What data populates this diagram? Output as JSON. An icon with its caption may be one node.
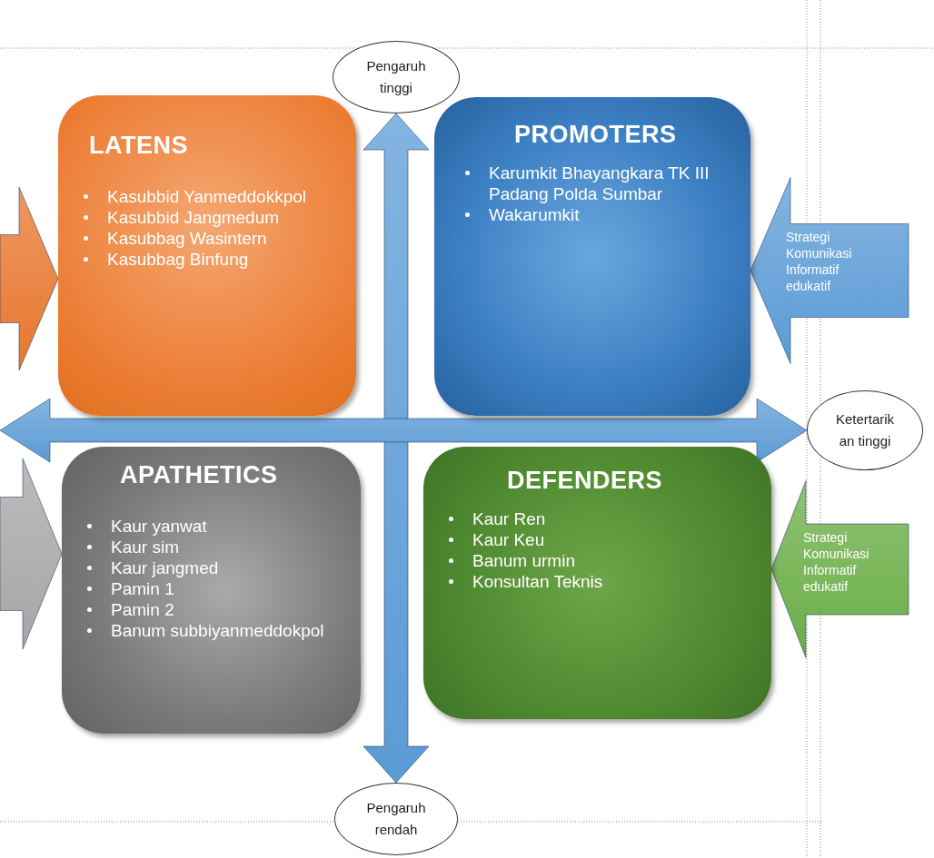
{
  "diagram": {
    "nodes": [
      {
        "text": [
          "Pengaruh tinggi"
        ]
      },
      {
        "text": [
          "LATENS",
          "Kasubbid Yanmeddokkpol",
          "Kasubbid Jangmedum",
          "Kasubbag Wasintern",
          "Kasubbag Binfung"
        ]
      },
      {
        "text": [
          "PROMOTERS",
          "Karumkit Bhayangkara TK III Padang Polda Sumbar",
          "Wakarumkit"
        ]
      },
      {
        "text": [
          "Ketertarik an tinggi"
        ]
      },
      {
        "text": [
          "APATHETICS",
          "Kaur yanwat",
          "Kaur sim",
          "Kaur jangmed",
          "Pamin 1",
          "Pamin 2",
          "Banum subbiyanmeddokpol"
        ]
      },
      {
        "text": [
          "DEFENDERS",
          "Kaur Ren",
          "Kaur Keu",
          "Banum urmin",
          "Konsultan Teknis"
        ]
      },
      {
        "text": [
          "Pengaruh rendah"
        ]
      }
    ],
    "edges": [
      {
        "from": 6,
        "to": 0,
        "arrow": "both"
      },
      {
        "from": null,
        "to": 3,
        "arrow": "both"
      },
      {
        "from": null,
        "to": 1,
        "arrow": "to",
        "color": "#e8762d"
      },
      {
        "from": null,
        "to": 2,
        "arrow": "to",
        "label": "Strategi Komunikasi Informatif edukatif"
      },
      {
        "from": null,
        "to": 4,
        "arrow": "to",
        "color": "#a6a6a6"
      },
      {
        "from": null,
        "to": 5,
        "arrow": "to",
        "label": "Strategi Komunikasi Informatif edukatif",
        "color": "#6aad45"
      }
    ]
  }
}
